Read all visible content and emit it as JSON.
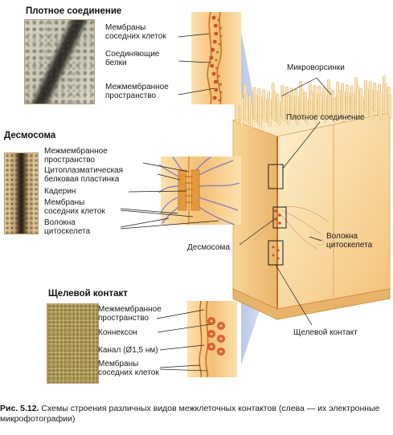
{
  "colors": {
    "tissue_light": "#fbe7b9",
    "tissue_mid": "#f6c980",
    "tissue_dark": "#e6a24a",
    "membrane": "#c8711f",
    "junction_dot": "#d24b2a",
    "fiber": "#8a7fb8",
    "projection": "#9fb3dd"
  },
  "tight_junction": {
    "title": "Плотное соединение",
    "labels": [
      "Мембраны соседних клеток",
      "Соединяющие белки",
      "Межмембранное пространство"
    ]
  },
  "desmosome": {
    "title": "Десмосома",
    "labels": [
      "Межмембранное пространство",
      "Цитоплазматическая белковая пластинка",
      "Кадерин",
      "Мембраны соседних клеток",
      "Волокна цитоскелета"
    ]
  },
  "gap_junction": {
    "title": "Щелевой контакт",
    "labels": [
      "Межмембранное пространство",
      "Коннексон",
      "Канал (Ø1,5 нм)",
      "Мембраны соседних клеток"
    ]
  },
  "main": {
    "microvilli": "Микроворсинки",
    "tight_junction": "Плотное соединение",
    "cytoskeleton_fibers": "Волокна цитоскелета",
    "desmosome": "Десмосома",
    "gap_junction": "Щелевой контакт"
  },
  "caption": {
    "label": "Рис. 5.12.",
    "text": "Схемы строения различных видов межклеточных контактов (слева — их электронные микрофотографии)"
  }
}
